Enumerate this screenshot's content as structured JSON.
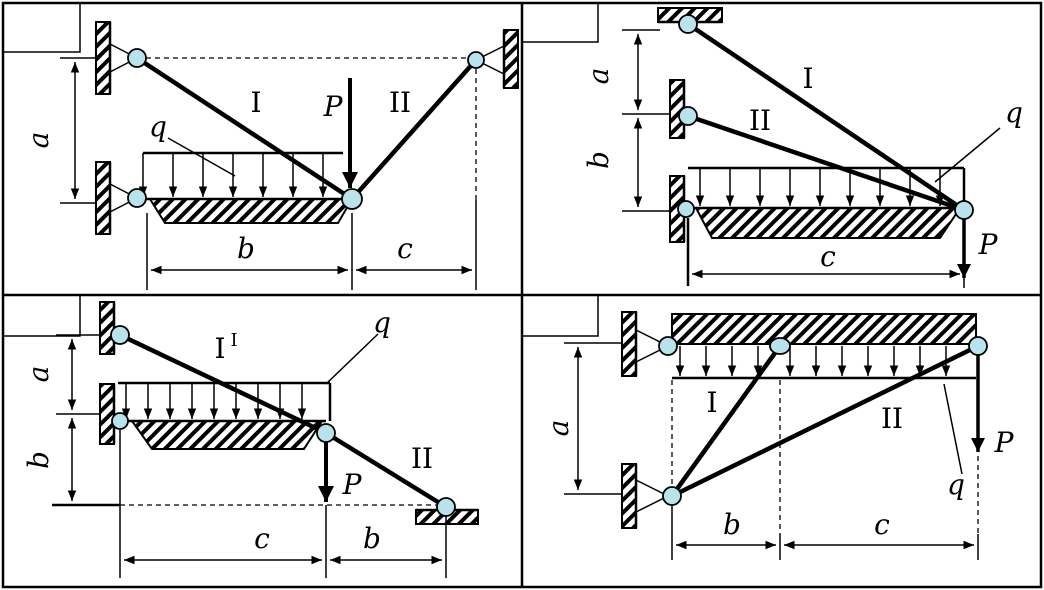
{
  "panels": [
    {
      "id": "top-left",
      "labels": {
        "a": "a",
        "b": "b",
        "c": "c",
        "q": "q",
        "P": "P",
        "rod1": "I",
        "rod2": "II"
      }
    },
    {
      "id": "top-right",
      "labels": {
        "a": "a",
        "b": "b",
        "c": "c",
        "q": "q",
        "P": "P",
        "rod1": "I",
        "rod2": "II"
      }
    },
    {
      "id": "bottom-left",
      "labels": {
        "a": "a",
        "b": "b",
        "c": "c",
        "b2": "b",
        "q": "q",
        "P": "P",
        "rod1": "I",
        "rod1_mark": "I",
        "rod2": "II"
      }
    },
    {
      "id": "bottom-right",
      "labels": {
        "a": "a",
        "b": "b",
        "c": "c",
        "q": "q",
        "P": "P",
        "rod1": "I",
        "rod2": "II"
      }
    }
  ]
}
